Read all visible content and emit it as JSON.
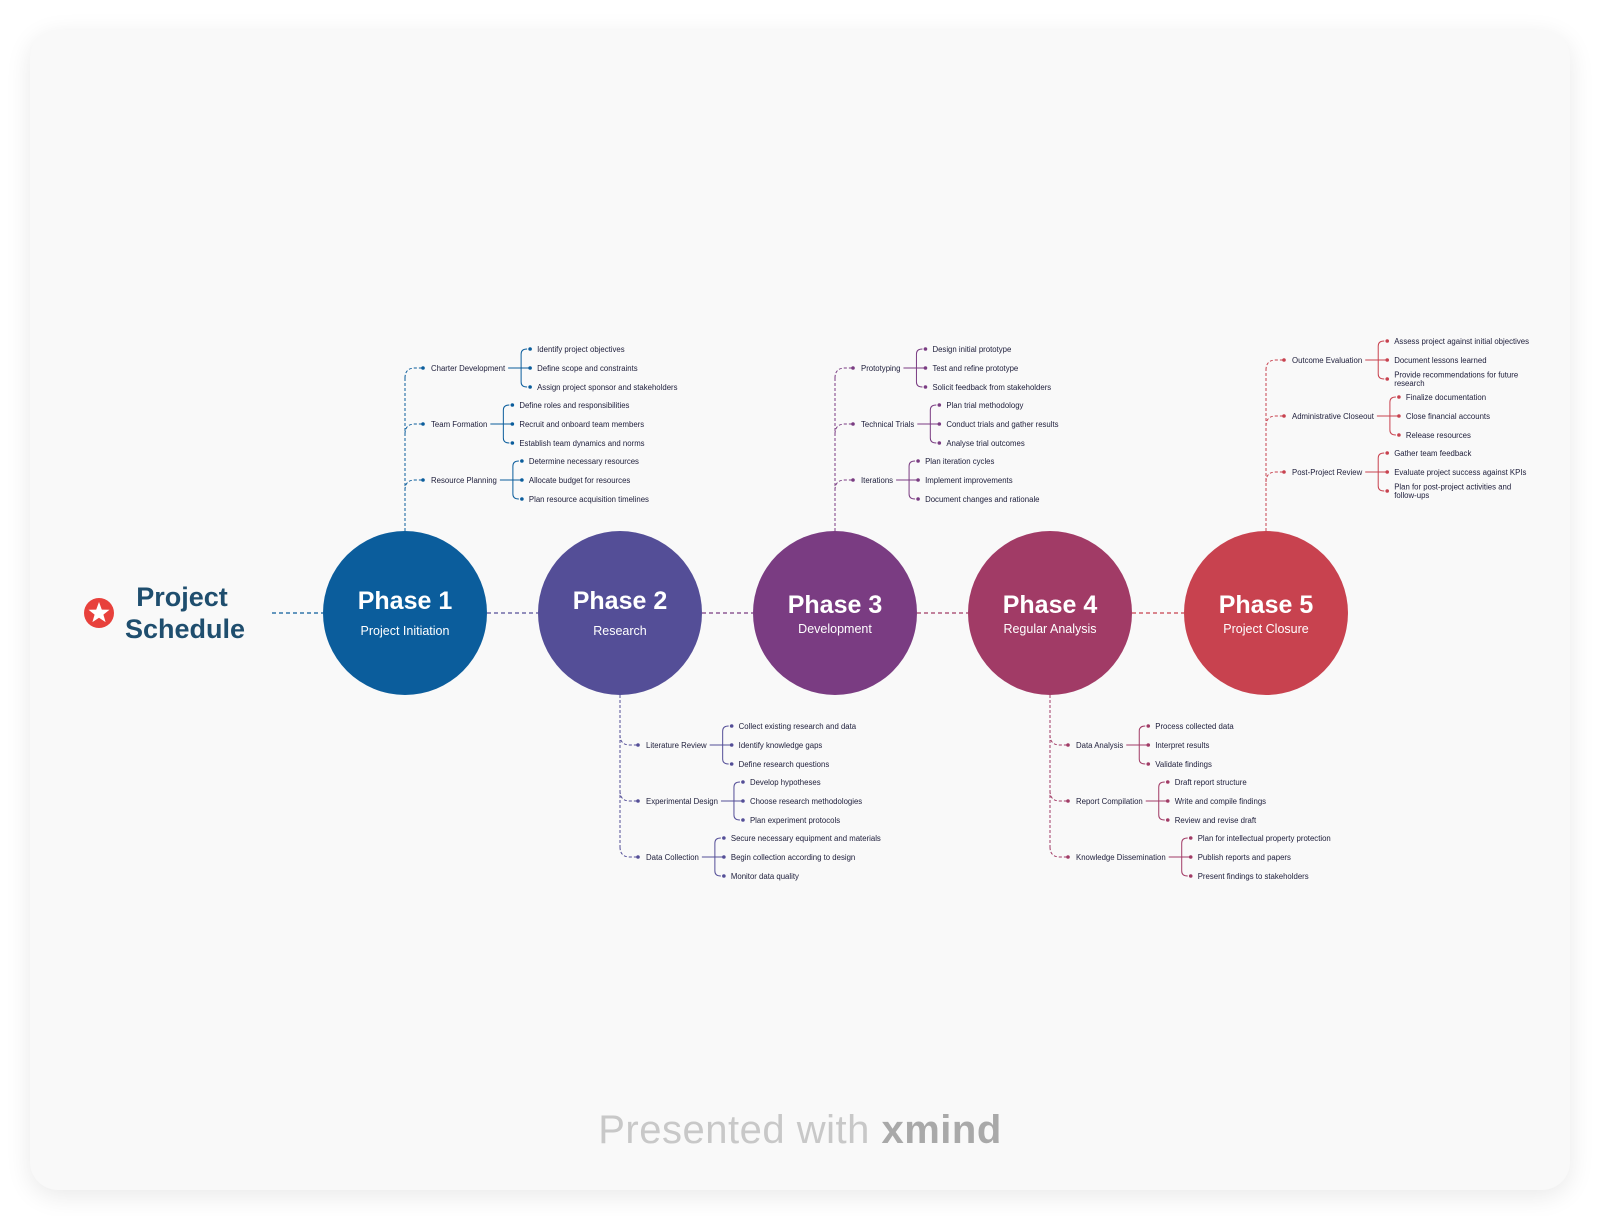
{
  "root": {
    "title_line1": "Project",
    "title_line2": "Schedule",
    "color": "#1f4e6e",
    "icon": "star-icon",
    "icon_color": "#e8413c"
  },
  "footer": {
    "prefix": "Presented with",
    "brand": "xmind"
  },
  "phases": [
    {
      "title": "Phase 1",
      "subtitle": "Project Initiation",
      "color": "#0b5d9c",
      "branches": [
        {
          "label": "Charter Development",
          "items": [
            "Identify project objectives",
            "Define scope and constraints",
            "Assign project sponsor and stakeholders"
          ]
        },
        {
          "label": "Team Formation",
          "items": [
            "Define roles and responsibilities",
            "Recruit and onboard team members",
            "Establish team dynamics and norms"
          ]
        },
        {
          "label": "Resource Planning",
          "items": [
            "Determine necessary resources",
            "Allocate budget for resources",
            "Plan resource acquisition timelines"
          ]
        }
      ]
    },
    {
      "title": "Phase 2",
      "subtitle": "Research",
      "color": "#544e97",
      "branches": [
        {
          "label": "Literature Review",
          "items": [
            "Collect existing research and data",
            "Identify knowledge gaps",
            "Define research questions"
          ]
        },
        {
          "label": "Experimental Design",
          "items": [
            "Develop hypotheses",
            "Choose research methodologies",
            "Plan experiment protocols"
          ]
        },
        {
          "label": "Data Collection",
          "items": [
            "Secure necessary equipment and materials",
            "Begin collection according to design",
            "Monitor data quality"
          ]
        }
      ]
    },
    {
      "title": "Phase 3",
      "subtitle": "Development",
      "color": "#7a3c82",
      "branches": [
        {
          "label": "Prototyping",
          "items": [
            "Design initial prototype",
            "Test and refine prototype",
            "Solicit feedback from stakeholders"
          ]
        },
        {
          "label": "Technical Trials",
          "items": [
            "Plan trial methodology",
            "Conduct trials and gather results",
            "Analyse trial outcomes"
          ]
        },
        {
          "label": "Iterations",
          "items": [
            "Plan iteration cycles",
            "Implement improvements",
            "Document changes and rationale"
          ]
        }
      ]
    },
    {
      "title": "Phase 4",
      "subtitle": "Regular Analysis",
      "color": "#a13b66",
      "branches": [
        {
          "label": "Data Analysis",
          "items": [
            "Process collected data",
            "Interpret results",
            "Validate findings"
          ]
        },
        {
          "label": "Report Compilation",
          "items": [
            "Draft report structure",
            "Write and compile findings",
            "Review and revise draft"
          ]
        },
        {
          "label": "Knowledge Dissemination",
          "items": [
            "Plan for intellectual property protection",
            "Publish reports and papers",
            "Present findings to stakeholders"
          ]
        }
      ]
    },
    {
      "title": "Phase 5",
      "subtitle": "Project Closure",
      "color": "#c8424f",
      "branches": [
        {
          "label": "Outcome Evaluation",
          "items": [
            "Assess project against initial objectives",
            "Document lessons learned",
            "Provide recommendations for future research"
          ]
        },
        {
          "label": "Administrative Closeout",
          "items": [
            "Finalize documentation",
            "Close financial accounts",
            "Release resources"
          ]
        },
        {
          "label": "Post-Project Review",
          "items": [
            "Gather team feedback",
            "Evaluate project success against KPIs",
            "Plan for post-project activities and follow-ups"
          ]
        }
      ]
    }
  ]
}
